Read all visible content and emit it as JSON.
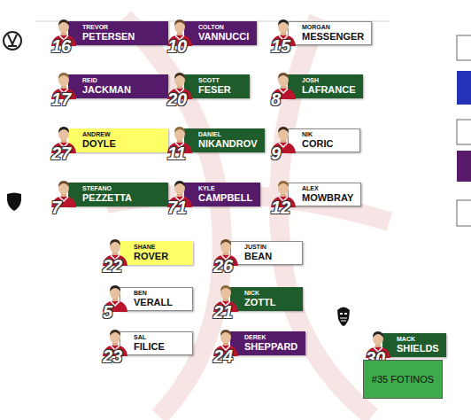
{
  "diagram": {
    "nodes": [
      {
        "text": [
          "TREVOR",
          "PETERSEN",
          "16"
        ]
      },
      {
        "text": [
          "COLTON",
          "VANNUCCI",
          "10"
        ]
      },
      {
        "text": [
          "MORGAN",
          "MESSENGER",
          "15"
        ]
      },
      {
        "text": [
          "REID",
          "JACKMAN",
          "17"
        ]
      },
      {
        "text": [
          "SCOTT",
          "FESER",
          "20"
        ]
      },
      {
        "text": [
          "JOSH",
          "LAFRANCE",
          "8"
        ]
      },
      {
        "text": [
          "ANDREW",
          "DOYLE",
          "27"
        ]
      },
      {
        "text": [
          "DANIEL",
          "NIKANDROV",
          "11"
        ]
      },
      {
        "text": [
          "NIK",
          "CORIC",
          "9"
        ]
      },
      {
        "text": [
          "STEFANO",
          "PEZZETTA",
          "7"
        ]
      },
      {
        "text": [
          "KYLE",
          "CAMPBELL",
          "71"
        ]
      },
      {
        "text": [
          "ALEX",
          "MOWBRAY",
          "12"
        ]
      },
      {
        "text": [
          "SHANE",
          "ROVER",
          "22"
        ]
      },
      {
        "text": [
          "JUSTIN",
          "BEAN",
          "26"
        ]
      },
      {
        "text": [
          "BEN",
          "VERALL",
          "5"
        ]
      },
      {
        "text": [
          "NICK",
          "ZOTTL",
          "21"
        ]
      },
      {
        "text": [
          "SAL",
          "FILICE",
          "23"
        ]
      },
      {
        "text": [
          "DEREK",
          "SHEPPARD",
          "24"
        ]
      },
      {
        "text": [
          "MACK",
          "SHIELDS",
          "30"
        ]
      },
      {
        "text": [
          "#35 FOTINOS"
        ]
      }
    ]
  }
}
